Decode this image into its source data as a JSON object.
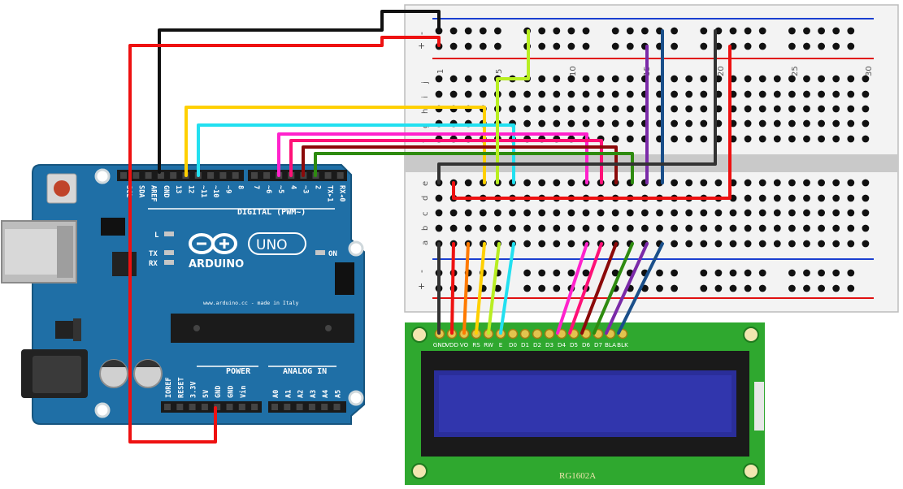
{
  "breadboard": {
    "column_numbers": [
      "1",
      "5",
      "10",
      "15",
      "20",
      "25",
      "30"
    ],
    "top_rail_labels": [
      "-",
      "+"
    ],
    "bottom_rail_labels": [
      "-",
      "+"
    ],
    "row_letters_top": [
      "j",
      "i",
      "h",
      "g",
      "f"
    ],
    "row_letters_bottom": [
      "e",
      "d",
      "c",
      "b",
      "a"
    ]
  },
  "arduino": {
    "brand": "ARDUINO",
    "model": "UNO",
    "digital_header_label": "DIGITAL (PWM~)",
    "top_pins_left": [
      "SCL",
      "SDA",
      "AREF",
      "GND",
      "13",
      "12",
      "~11",
      "~10",
      "~9",
      "8"
    ],
    "top_pins_right": [
      "7",
      "~6",
      "~5",
      "4",
      "~3",
      "2",
      "TX▸1",
      "RX◂0"
    ],
    "led_labels": [
      "L",
      "TX",
      "RX"
    ],
    "on_label": "ON",
    "made_in": "www.arduino.cc - made in Italy",
    "power_header_label": "POWER",
    "analog_header_label": "ANALOG IN",
    "power_pins": [
      "IOREF",
      "RESET",
      "3.3V",
      "5V",
      "GND",
      "GND",
      "Vin"
    ],
    "analog_pins": [
      "A0",
      "A1",
      "A2",
      "A3",
      "A4",
      "A5"
    ]
  },
  "lcd": {
    "model": "RG1602A",
    "pin_labels": [
      "GND",
      "VDD",
      "VO",
      "RS",
      "RW",
      "E",
      "D0",
      "D1",
      "D2",
      "D3",
      "D4",
      "D5",
      "D6",
      "D7",
      "BLA",
      "BLK"
    ]
  },
  "colors": {
    "board_blue": "#1f6fa6",
    "breadboard": "#f3f3f3",
    "rail_red": "#e01010",
    "rail_blue": "#1a3fd0",
    "wire_black": "#111111",
    "wire_red": "#ee1111",
    "wire_yellow": "#ffd000",
    "wire_cyan": "#22e0f0",
    "wire_magenta": "#ff22cc",
    "wire_pink": "#ff1177",
    "wire_maroon": "#8b0a0a",
    "wire_green": "#2e8b10",
    "wire_lime": "#b8ee22",
    "wire_orange": "#ff7a00",
    "wire_purple": "#7a2aa8",
    "wire_navy": "#1a4f8a",
    "lcd_pcb": "#2fa82f",
    "lcd_screen": "#2a2e9a"
  }
}
